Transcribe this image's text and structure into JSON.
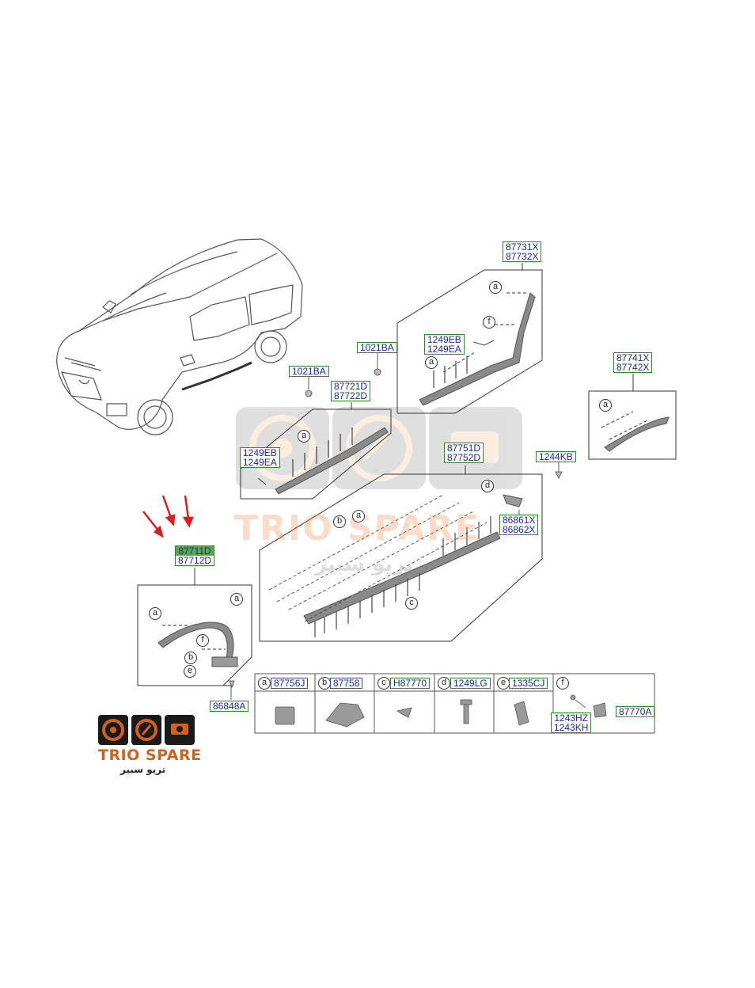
{
  "colors": {
    "label_border": "#2a8a2a",
    "label_text": "#1a2a9a",
    "highlight_fill": "#5aa84a",
    "arrow": "#d42020",
    "brand_orange": "#d4601e",
    "logo_dark": "#1a1a1a"
  },
  "labels": {
    "p87731": [
      "87731X",
      "87732X"
    ],
    "p1249_top": [
      "1249EB",
      "1249EA"
    ],
    "p1021_top": "1021BA",
    "p87741": [
      "87741X",
      "87742X"
    ],
    "p1021_mid": "1021BA",
    "p87721": [
      "87721D",
      "87722D"
    ],
    "p1249_mid": [
      "1249EB",
      "1249EA"
    ],
    "p87751": [
      "87751D",
      "87752D"
    ],
    "p1244": "1244KB",
    "p86861": [
      "86861X",
      "86862X"
    ],
    "p87711": [
      "87711D",
      "87712D"
    ],
    "p86848": "86848A",
    "p87770": "87770A",
    "p1243": [
      "1243HZ",
      "1243KH"
    ]
  },
  "callouts": {
    "a": "a",
    "b": "b",
    "c": "c",
    "d": "d",
    "e": "e",
    "f": "f"
  },
  "legend": [
    {
      "letter": "a",
      "part": "87756J"
    },
    {
      "letter": "b",
      "part": "87758"
    },
    {
      "letter": "c",
      "part": "H87770"
    },
    {
      "letter": "d",
      "part": "1249LG"
    },
    {
      "letter": "e",
      "part": "1335CJ"
    },
    {
      "letter": "f",
      "part": ""
    }
  ],
  "watermark": {
    "text": "TRIO SPARE",
    "arabic": "تريو سبير"
  },
  "logo": {
    "name": "TRIO SPARE",
    "arabic": "تريو سبير"
  }
}
